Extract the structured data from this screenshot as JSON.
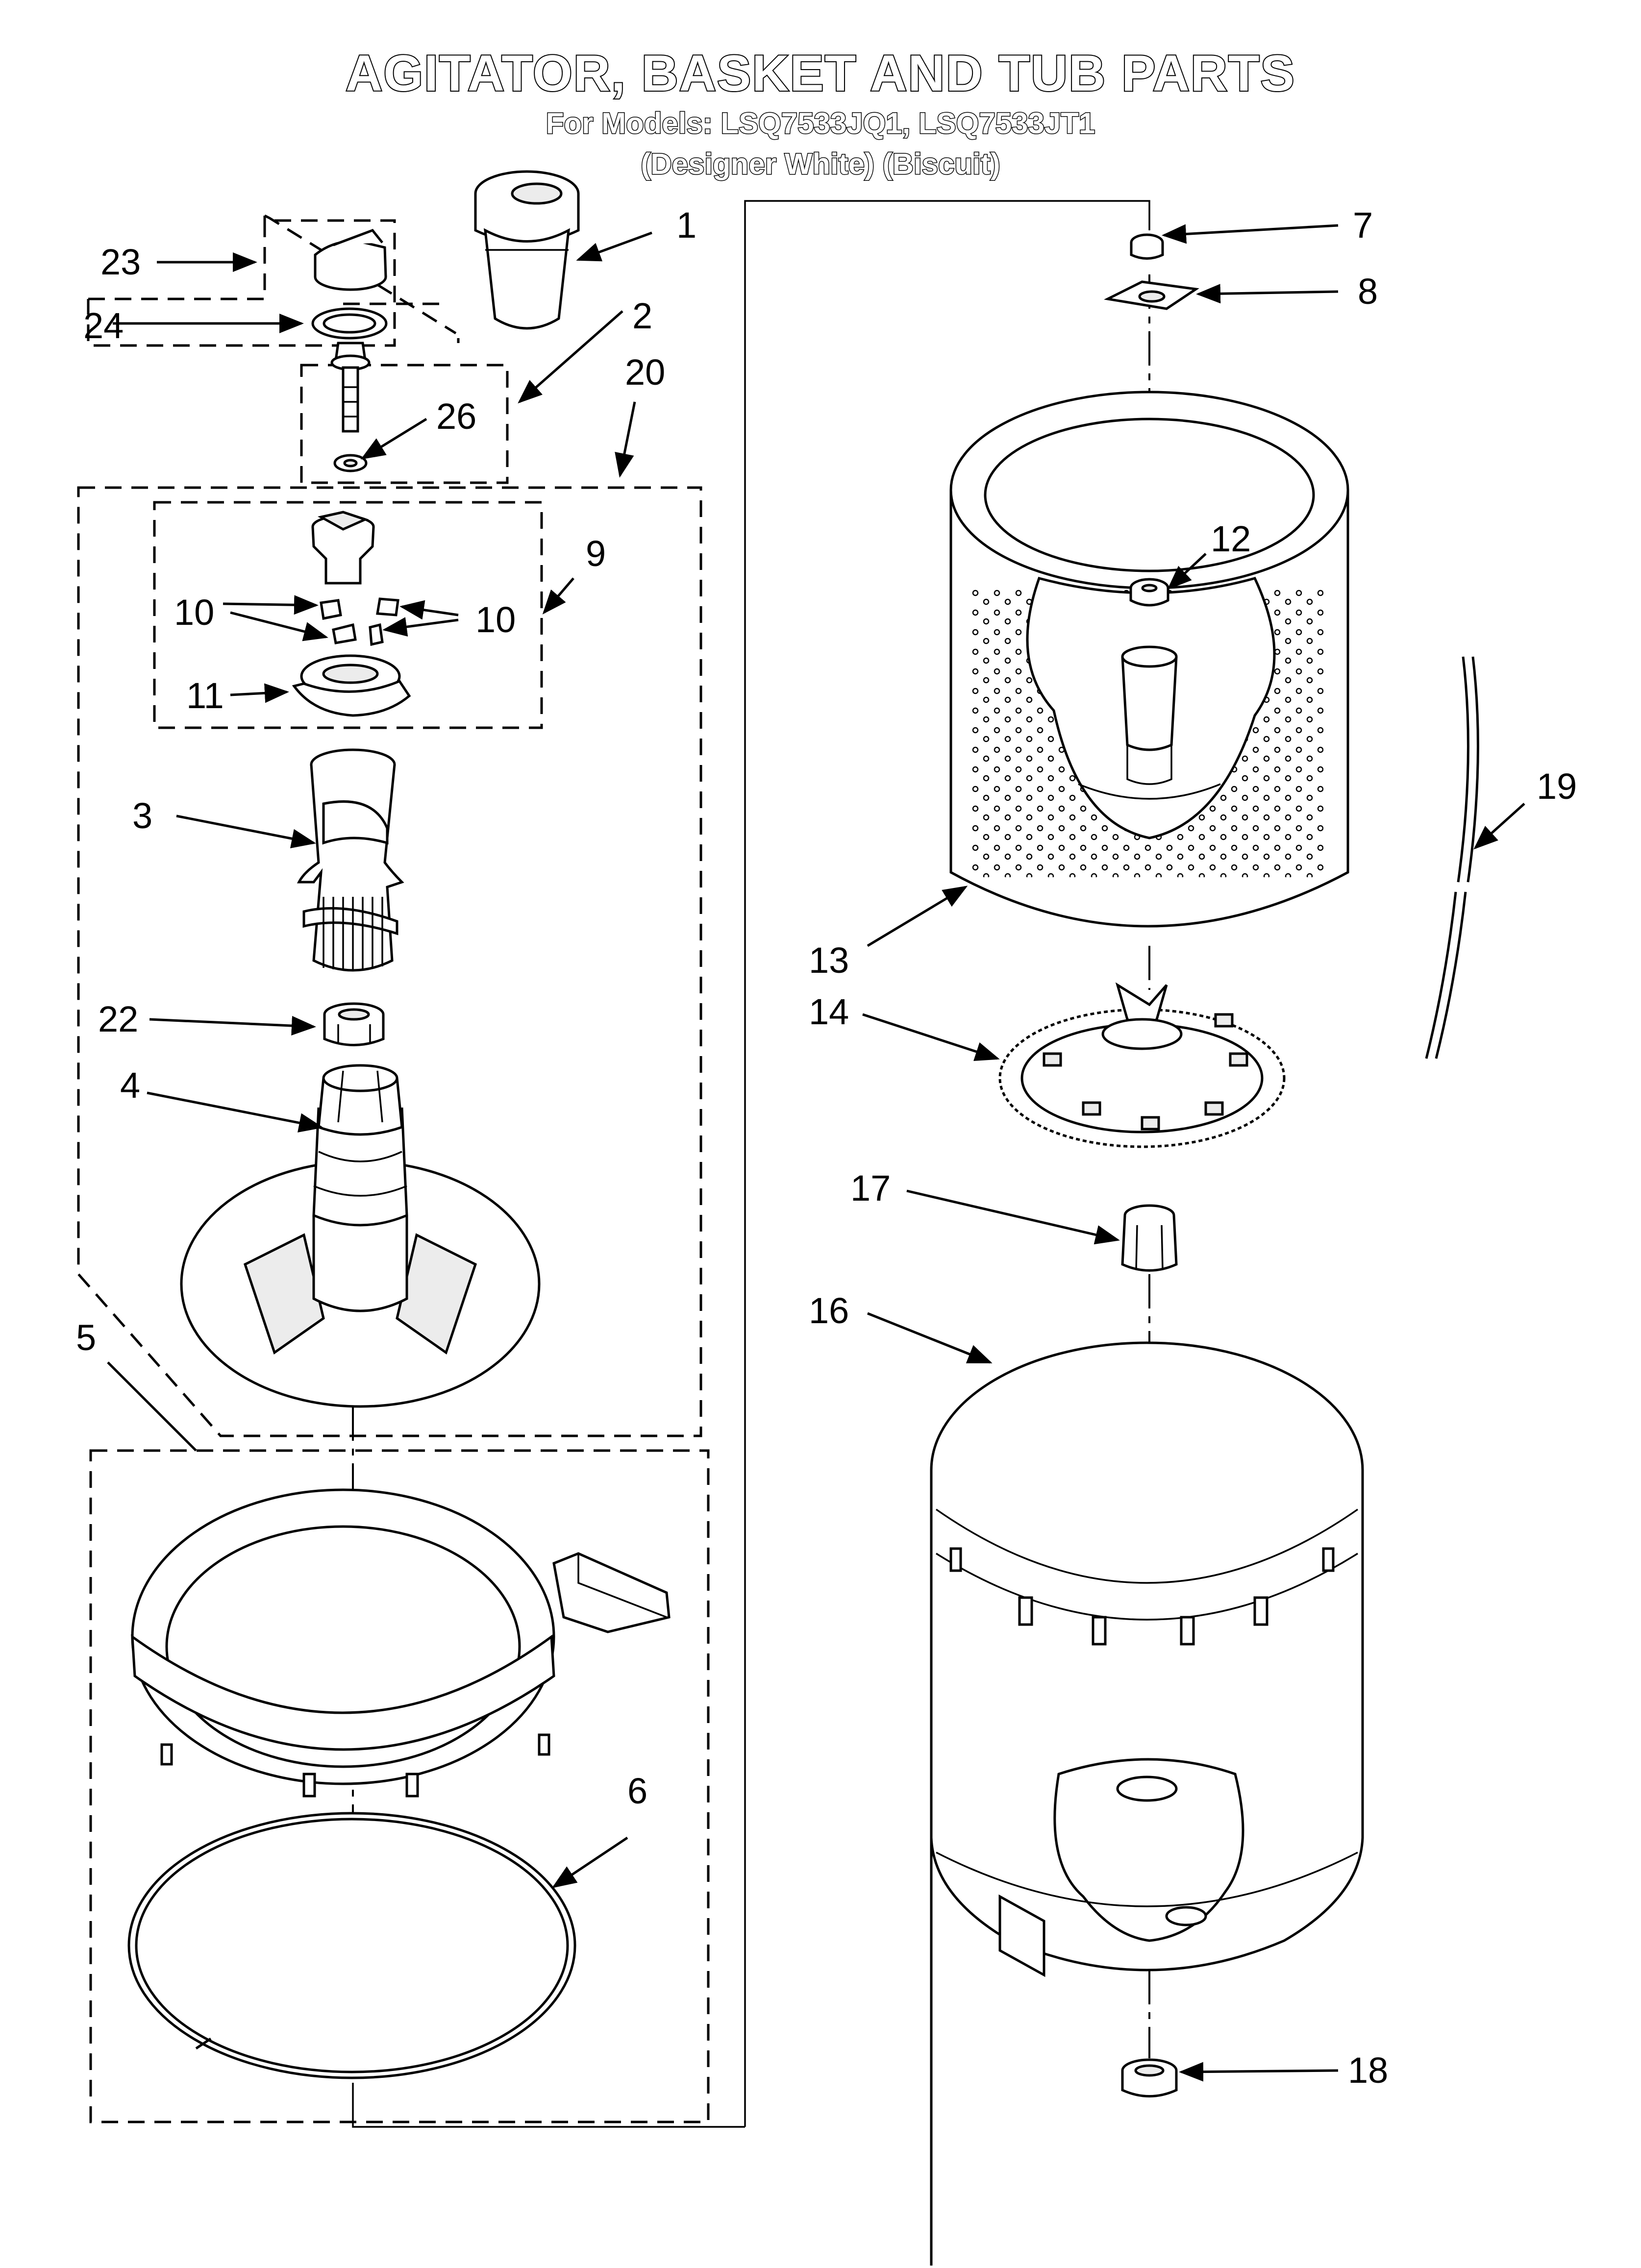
{
  "header": {
    "title": "AGITATOR, BASKET AND TUB PARTS",
    "models": "For Models: LSQ7533JQ1, LSQ7533JT1",
    "variants": "(Designer White)  (Biscuit)"
  },
  "callouts": [
    {
      "id": "c1",
      "label": "1"
    },
    {
      "id": "c2",
      "label": "2"
    },
    {
      "id": "c3",
      "label": "3"
    },
    {
      "id": "c4",
      "label": "4"
    },
    {
      "id": "c5",
      "label": "5"
    },
    {
      "id": "c6",
      "label": "6"
    },
    {
      "id": "c7",
      "label": "7"
    },
    {
      "id": "c8",
      "label": "8"
    },
    {
      "id": "c9",
      "label": "9"
    },
    {
      "id": "c10a",
      "label": "10"
    },
    {
      "id": "c10b",
      "label": "10"
    },
    {
      "id": "c11",
      "label": "11"
    },
    {
      "id": "c12",
      "label": "12"
    },
    {
      "id": "c13",
      "label": "13"
    },
    {
      "id": "c14",
      "label": "14"
    },
    {
      "id": "c16",
      "label": "16"
    },
    {
      "id": "c17",
      "label": "17"
    },
    {
      "id": "c18",
      "label": "18"
    },
    {
      "id": "c19",
      "label": "19"
    },
    {
      "id": "c20",
      "label": "20"
    },
    {
      "id": "c22",
      "label": "22"
    },
    {
      "id": "c23",
      "label": "23"
    },
    {
      "id": "c24",
      "label": "24"
    },
    {
      "id": "c26",
      "label": "26"
    }
  ]
}
